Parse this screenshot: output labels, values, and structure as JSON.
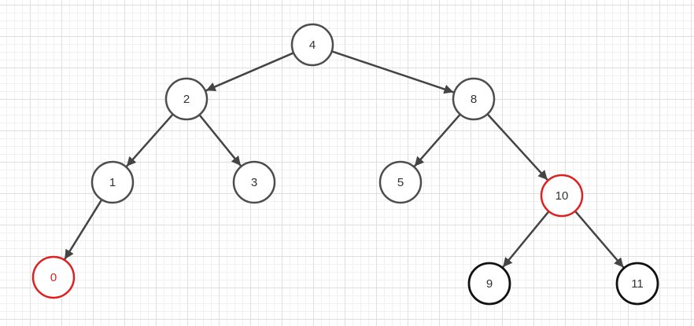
{
  "diagram": {
    "nodes": [
      {
        "id": "n4",
        "label": "4",
        "style": "normal"
      },
      {
        "id": "n2",
        "label": "2",
        "style": "normal"
      },
      {
        "id": "n8",
        "label": "8",
        "style": "normal"
      },
      {
        "id": "n1",
        "label": "1",
        "style": "normal"
      },
      {
        "id": "n3",
        "label": "3",
        "style": "normal"
      },
      {
        "id": "n5",
        "label": "5",
        "style": "normal"
      },
      {
        "id": "n10",
        "label": "10",
        "style": "red-outline"
      },
      {
        "id": "n0",
        "label": "0",
        "style": "red"
      },
      {
        "id": "n9",
        "label": "9",
        "style": "bold"
      },
      {
        "id": "n11",
        "label": "11",
        "style": "bold"
      }
    ],
    "edges": [
      {
        "from": "n4",
        "to": "n2"
      },
      {
        "from": "n4",
        "to": "n8"
      },
      {
        "from": "n2",
        "to": "n1"
      },
      {
        "from": "n2",
        "to": "n3"
      },
      {
        "from": "n8",
        "to": "n5"
      },
      {
        "from": "n8",
        "to": "n10"
      },
      {
        "from": "n1",
        "to": "n0"
      },
      {
        "from": "n10",
        "to": "n9"
      },
      {
        "from": "n10",
        "to": "n11"
      }
    ],
    "colors": {
      "edge": "#444444",
      "node_stroke": "#4d4d4d",
      "bold_stroke": "#111111",
      "red": "#e02020",
      "text": "#333333"
    }
  }
}
